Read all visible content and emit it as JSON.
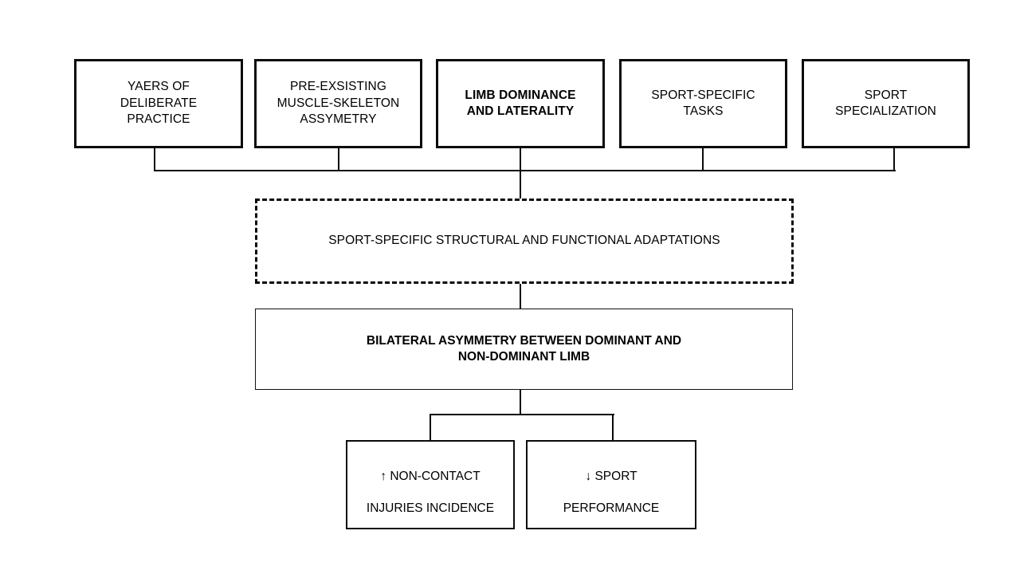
{
  "diagram": {
    "title": "Sport-specific limb dominance and bilateral asymmetry flowchart",
    "background_color": "#ffffff",
    "line_color": "#0b0b0b",
    "text_color": "#000000",
    "type": "flowchart"
  },
  "top_row": {
    "nodes": [
      {
        "id": "years-of-deliberate-practice",
        "text": "YAERS OF\nDELIBERATE\nPRACTICE",
        "bold": false
      },
      {
        "id": "pre-existing-asymmetry",
        "text": "PRE-EXSISTING\nMUSCLE-SKELETON\nASSYMETRY",
        "bold": false
      },
      {
        "id": "limb-dominance-laterality",
        "text": "LIMB DOMINANCE\nAND LATERALITY",
        "bold": true
      },
      {
        "id": "sport-specific-tasks",
        "text": "SPORT-SPECIFIC\nTASKS",
        "bold": false
      },
      {
        "id": "sport-specialization",
        "text": "SPORT\nSPECIALIZATION",
        "bold": false
      }
    ]
  },
  "adaptations": {
    "id": "sport-specific-adaptations",
    "text": "SPORT-SPECIFIC STRUCTURAL AND FUNCTIONAL ADAPTATIONS",
    "border_style": "dashed"
  },
  "asymmetry": {
    "id": "bilateral-asymmetry",
    "text": "BILATERAL ASYMMETRY BETWEEN DOMINANT AND\nNON-DOMINANT LIMB",
    "bold": true
  },
  "outcomes": {
    "nodes": [
      {
        "id": "non-contact-injuries",
        "arrow": "↑",
        "arrow_direction": "up",
        "text": "NON-CONTACT\nINJURIES INCIDENCE",
        "first_line": " NON-CONTACT",
        "second_line": "INJURIES INCIDENCE"
      },
      {
        "id": "sport-performance",
        "arrow": "↓",
        "arrow_direction": "down",
        "text": "SPORT\nPERFORMANCE",
        "first_line": " SPORT",
        "second_line": "PERFORMANCE"
      }
    ]
  }
}
